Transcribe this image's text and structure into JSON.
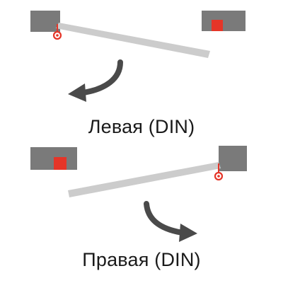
{
  "diagrams": [
    {
      "id": "left",
      "caption": "Левая (DIN)",
      "hinge_side": "left",
      "swing_direction": "down-left"
    },
    {
      "id": "right",
      "caption": "Правая (DIN)",
      "hinge_side": "right",
      "swing_direction": "down-right"
    }
  ],
  "colors": {
    "frame": "#7a7a7a",
    "door_leaf": "#cccccc",
    "strike": "#e53528",
    "hinge": "#e53528",
    "arrow": "#4a4a4a",
    "text": "#1a1a1a"
  },
  "icons": {
    "hinge": "hinge-circle-icon",
    "strike": "strike-plate-icon",
    "swing_arrow": "curved-arrow-icon"
  }
}
